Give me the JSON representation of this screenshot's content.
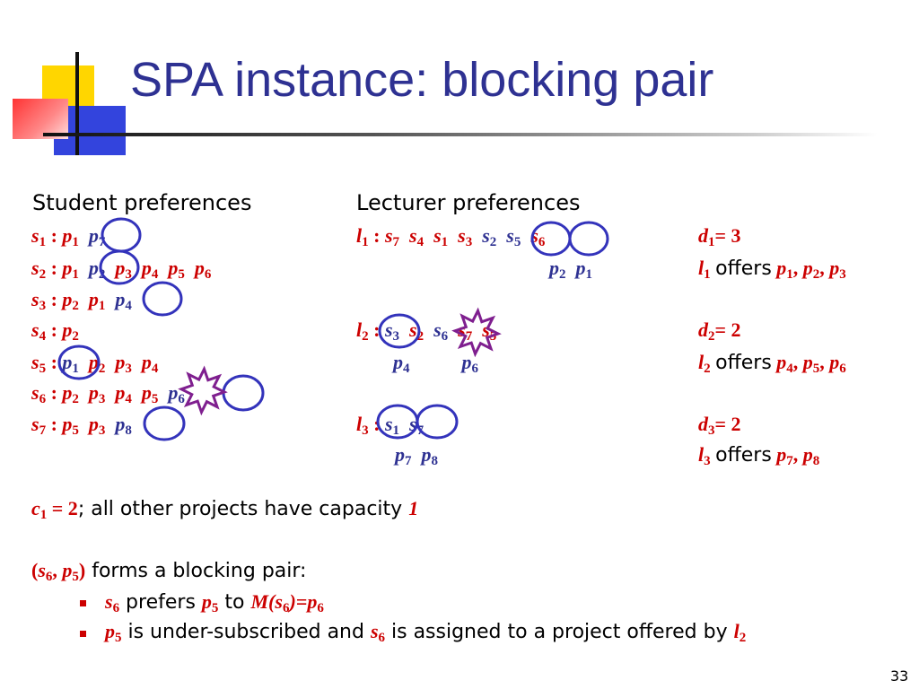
{
  "title": "SPA instance: blocking pair",
  "student_header": "Student preferences",
  "lecturer_header": "Lecturer preferences",
  "students": [
    {
      "label": [
        "s",
        "1"
      ],
      "prefs": [
        [
          "p",
          "1"
        ],
        [
          "p",
          "7"
        ]
      ]
    },
    {
      "label": [
        "s",
        "2"
      ],
      "prefs": [
        [
          "p",
          "1"
        ],
        [
          "p",
          "2"
        ],
        [
          "p",
          "3"
        ],
        [
          "p",
          "4"
        ],
        [
          "p",
          "5"
        ],
        [
          "p",
          "6"
        ]
      ]
    },
    {
      "label": [
        "s",
        "3"
      ],
      "prefs": [
        [
          "p",
          "2"
        ],
        [
          "p",
          "1"
        ],
        [
          "p",
          "4"
        ]
      ]
    },
    {
      "label": [
        "s",
        "4"
      ],
      "prefs": [
        [
          "p",
          "2"
        ]
      ]
    },
    {
      "label": [
        "s",
        "5"
      ],
      "prefs": [
        [
          "p",
          "1"
        ],
        [
          "p",
          "2"
        ],
        [
          "p",
          "3"
        ],
        [
          "p",
          "4"
        ]
      ]
    },
    {
      "label": [
        "s",
        "6"
      ],
      "prefs": [
        [
          "p",
          "2"
        ],
        [
          "p",
          "3"
        ],
        [
          "p",
          "4"
        ],
        [
          "p",
          "5"
        ],
        [
          "p",
          "6"
        ]
      ]
    },
    {
      "label": [
        "s",
        "7"
      ],
      "prefs": [
        [
          "p",
          "5"
        ],
        [
          "p",
          "3"
        ],
        [
          "p",
          "8"
        ]
      ]
    }
  ],
  "lecturers": [
    {
      "label": [
        "l",
        "1"
      ],
      "prefs": [
        [
          "s",
          "7"
        ],
        [
          "s",
          "4"
        ],
        [
          "s",
          "1"
        ],
        [
          "s",
          "3"
        ],
        [
          "s",
          "2"
        ],
        [
          "s",
          "5"
        ],
        [
          "s",
          "6"
        ]
      ],
      "assign": [
        [
          "p",
          "2"
        ],
        [
          "p",
          "1"
        ]
      ]
    },
    {
      "label": [
        "l",
        "2"
      ],
      "prefs": [
        [
          "s",
          "3"
        ],
        [
          "s",
          "2"
        ],
        [
          "s",
          "6"
        ],
        [
          "s",
          "7"
        ],
        [
          "s",
          "5"
        ]
      ],
      "assign": [
        [
          "p",
          "4"
        ],
        [
          "p",
          "6"
        ]
      ]
    },
    {
      "label": [
        "l",
        "3"
      ],
      "prefs": [
        [
          "s",
          "1"
        ],
        [
          "s",
          "7"
        ]
      ],
      "assign": [
        [
          "p",
          "7"
        ],
        [
          "p",
          "8"
        ]
      ]
    }
  ],
  "capacities": [
    {
      "d": [
        "d",
        "1"
      ],
      "value": "= 3",
      "l": [
        "l",
        "1"
      ],
      "offers_word": "offers",
      "projects": [
        [
          "p",
          "1"
        ],
        [
          "p",
          "2"
        ],
        [
          "p",
          "3"
        ]
      ]
    },
    {
      "d": [
        "d",
        "2"
      ],
      "value": "= 2",
      "l": [
        "l",
        "2"
      ],
      "offers_word": "offers",
      "projects": [
        [
          "p",
          "4"
        ],
        [
          "p",
          "5"
        ],
        [
          "p",
          "6"
        ]
      ]
    },
    {
      "d": [
        "d",
        "3"
      ],
      "value": "= 2",
      "l": [
        "l",
        "3"
      ],
      "offers_word": "offers",
      "projects": [
        [
          "p",
          "7"
        ],
        [
          "p",
          "8"
        ]
      ]
    }
  ],
  "capacity_note": {
    "c_label": "c",
    "c_sub": "1",
    "c_value": " = 2",
    "text": "; all other projects have capacity ",
    "value": "1"
  },
  "blocking": {
    "pair_open": "(",
    "pair_s": [
      "s",
      "6"
    ],
    "pair_sep": ", ",
    "pair_p": [
      "p",
      "5"
    ],
    "pair_close": ")",
    "text": " forms a blocking pair:",
    "bullet1": {
      "s": [
        "s",
        "6"
      ],
      "prefers": " prefers ",
      "p": [
        "p",
        "5"
      ],
      "to": " to ",
      "expr_pre": "M(",
      "expr_s": [
        "s",
        "6"
      ],
      "expr_post": ")=",
      "expr_p": [
        "p",
        "6"
      ]
    },
    "bullet2": {
      "p": [
        "p",
        "5"
      ],
      "text1": " is under-subscribed and ",
      "s": [
        "s",
        "6"
      ],
      "text2": " is assigned to a project offered by ",
      "l": [
        "l",
        "2"
      ]
    }
  },
  "slide_number": "33",
  "colors": {
    "title": "#2e3192",
    "red": "#cc0000",
    "blue": "#2e3192",
    "circle": "#3333bb",
    "star": "#7f1f8f"
  }
}
